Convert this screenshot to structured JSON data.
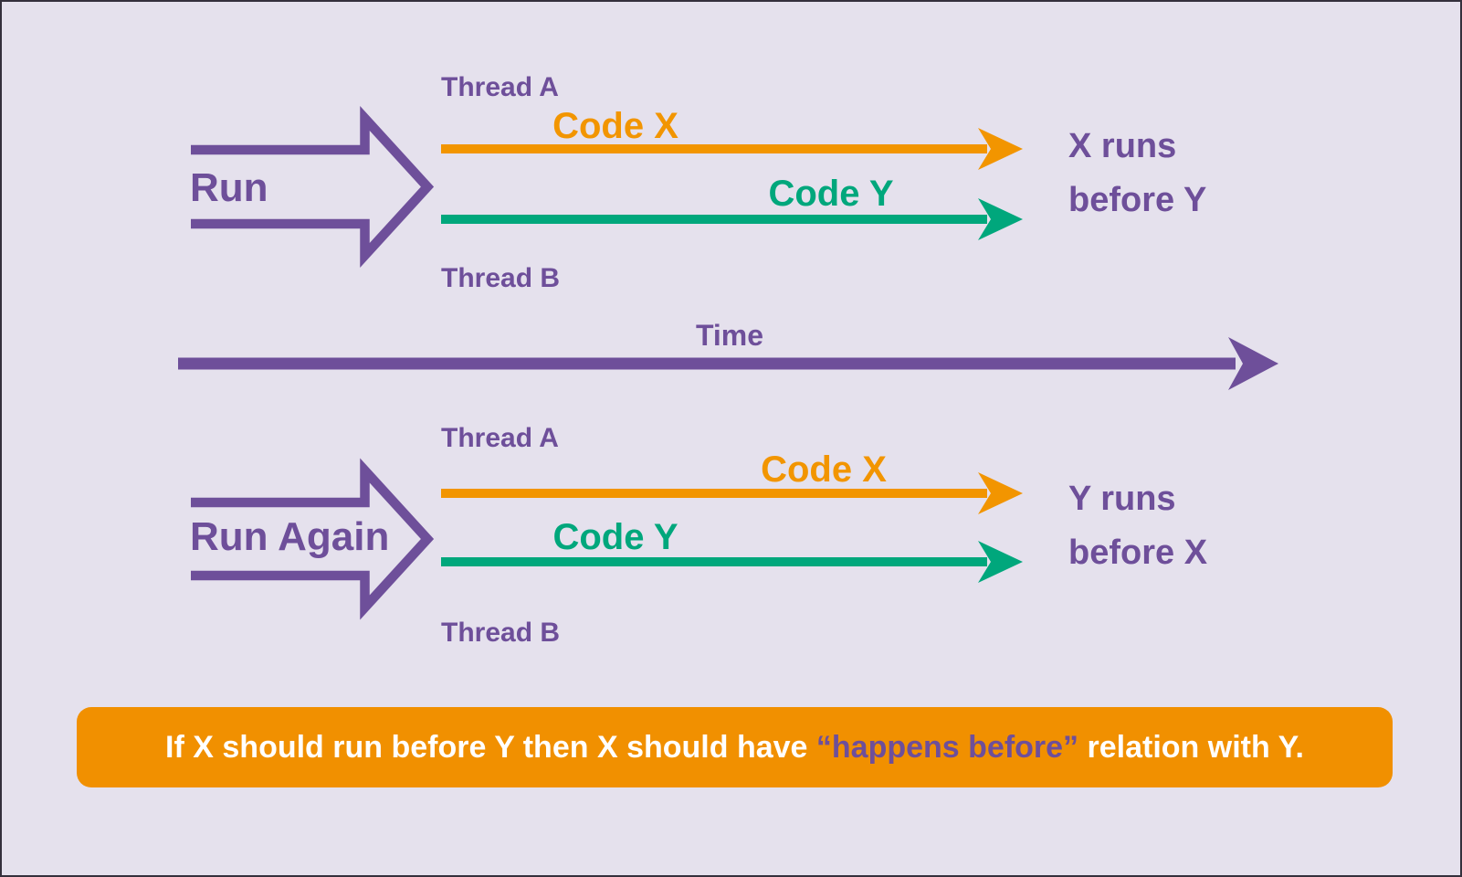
{
  "colors": {
    "bg": "#E5E1ED",
    "frame": "#34303C",
    "purple": "#6E4F9A",
    "orange": "#F29500",
    "green": "#00A77C",
    "banner_bg": "#F19000",
    "banner_text": "#FFFFFF"
  },
  "first_run": {
    "label": "Run",
    "thread_a": "Thread A",
    "thread_b": "Thread B",
    "code_x": "Code X",
    "code_y": "Code Y",
    "result_line1": "X runs",
    "result_line2": "before Y"
  },
  "timeline": {
    "label": "Time"
  },
  "second_run": {
    "label": "Run Again",
    "thread_a": "Thread A",
    "thread_b": "Thread B",
    "code_x": "Code X",
    "code_y": "Code Y",
    "result_line1": "Y runs",
    "result_line2": "before X"
  },
  "banner": {
    "text_before": "If X should run before Y then X should have ",
    "highlight": "“happens before”",
    "text_after": " relation with Y."
  }
}
